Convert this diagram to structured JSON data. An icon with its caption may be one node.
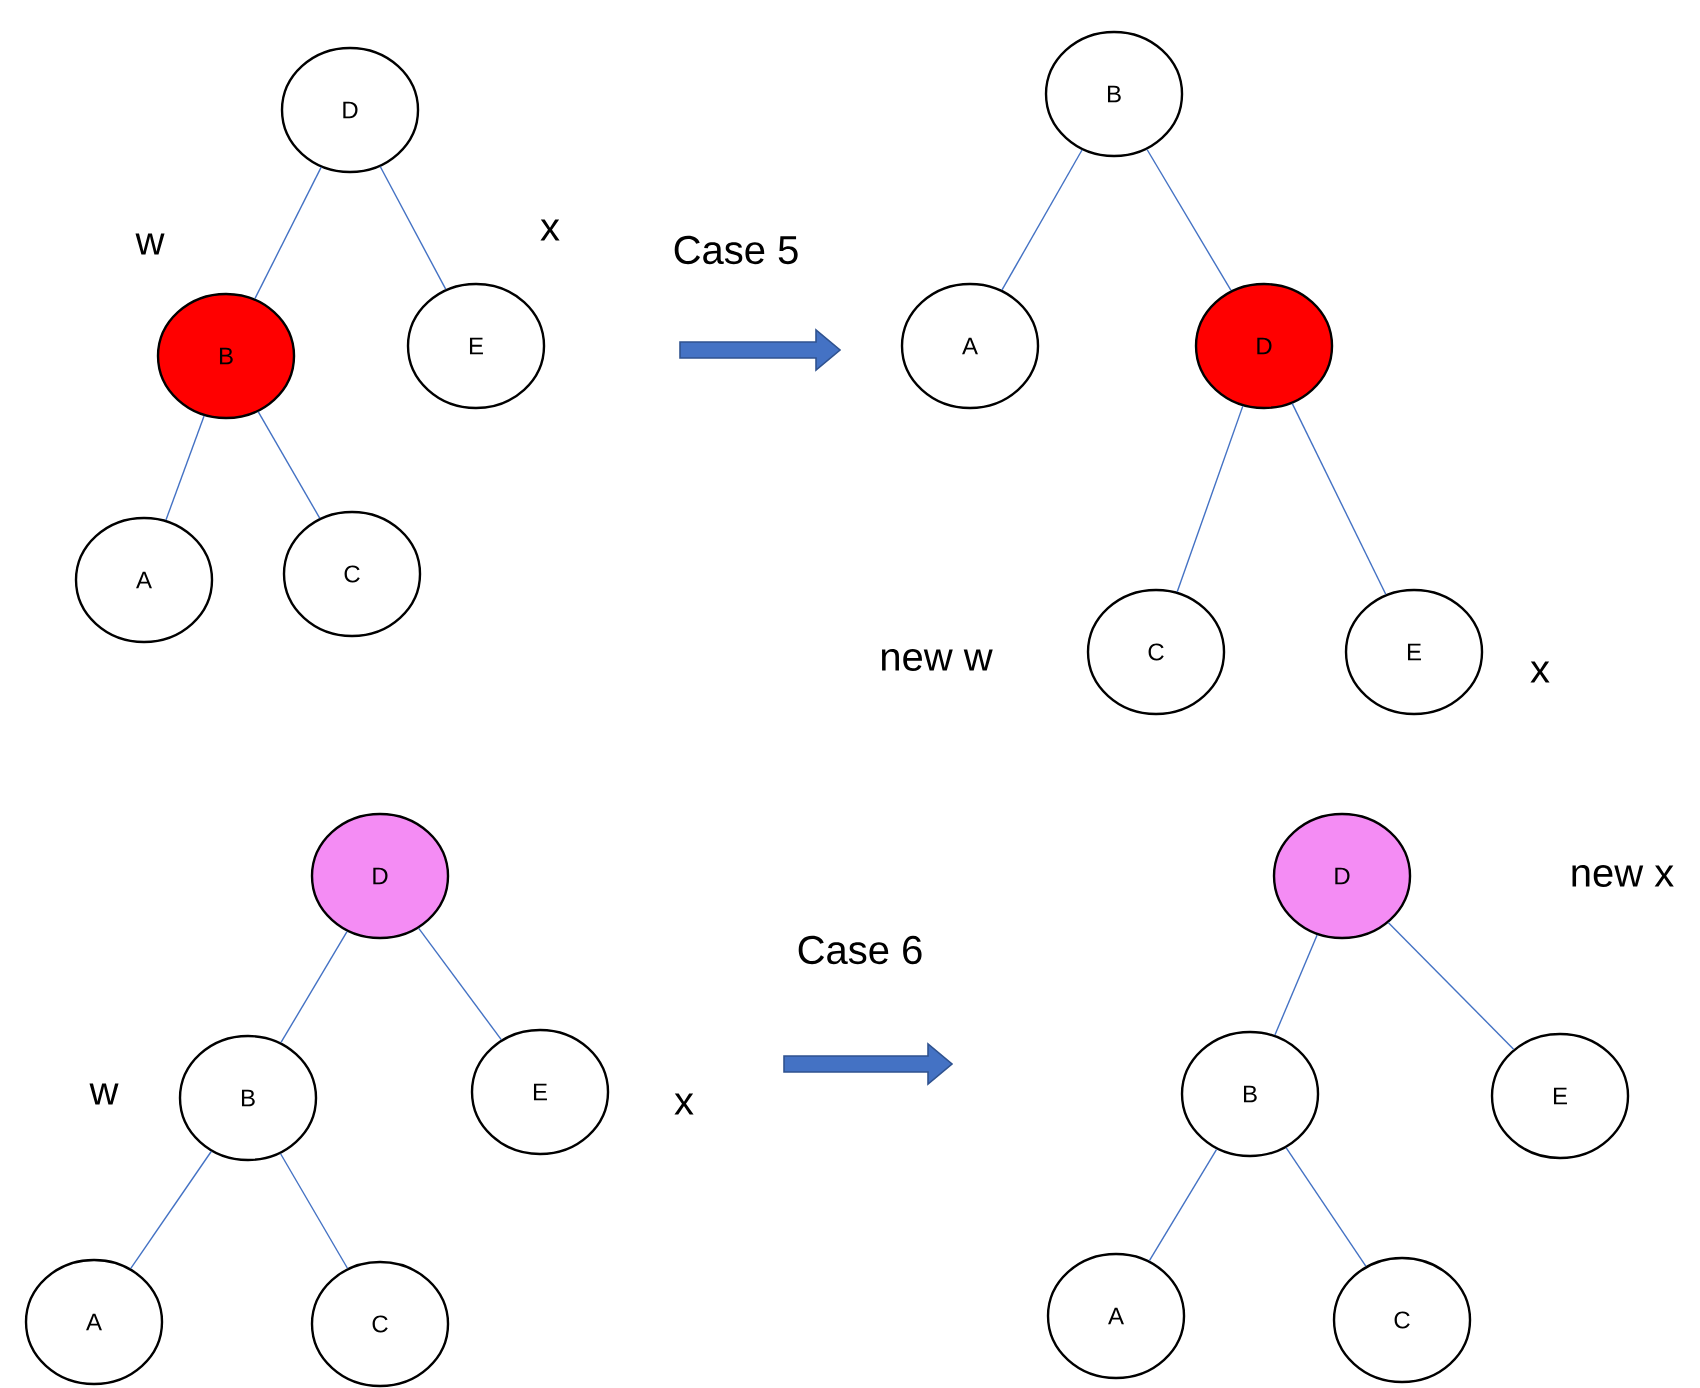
{
  "diagram": {
    "nodes": [
      {
        "text": [
          "D"
        ]
      },
      {
        "text": [
          "B"
        ]
      },
      {
        "text": [
          "E"
        ]
      },
      {
        "text": [
          "A"
        ]
      },
      {
        "text": [
          "C"
        ]
      },
      {
        "text": [
          "B"
        ]
      },
      {
        "text": [
          "A"
        ]
      },
      {
        "text": [
          "D"
        ]
      },
      {
        "text": [
          "C"
        ]
      },
      {
        "text": [
          "E"
        ]
      },
      {
        "text": [
          "D"
        ]
      },
      {
        "text": [
          "B"
        ]
      },
      {
        "text": [
          "E"
        ]
      },
      {
        "text": [
          "A"
        ]
      },
      {
        "text": [
          "C"
        ]
      },
      {
        "text": [
          "D"
        ]
      },
      {
        "text": [
          "B"
        ]
      },
      {
        "text": [
          "E"
        ]
      },
      {
        "text": [
          "A"
        ]
      },
      {
        "text": [
          "C"
        ]
      }
    ],
    "edges": [
      {
        "from": 0,
        "to": 1,
        "arrow": "none"
      },
      {
        "from": 0,
        "to": 2,
        "arrow": "none"
      },
      {
        "from": 1,
        "to": 3,
        "arrow": "none"
      },
      {
        "from": 1,
        "to": 4,
        "arrow": "none"
      },
      {
        "from": 5,
        "to": 6,
        "arrow": "none"
      },
      {
        "from": 5,
        "to": 7,
        "arrow": "none"
      },
      {
        "from": 7,
        "to": 8,
        "arrow": "none"
      },
      {
        "from": 7,
        "to": 9,
        "arrow": "none"
      },
      {
        "from": 10,
        "to": 11,
        "arrow": "none"
      },
      {
        "from": 10,
        "to": 12,
        "arrow": "none"
      },
      {
        "from": 11,
        "to": 13,
        "arrow": "none"
      },
      {
        "from": 11,
        "to": 14,
        "arrow": "none"
      },
      {
        "from": 15,
        "to": 16,
        "arrow": "none"
      },
      {
        "from": 15,
        "to": 17,
        "arrow": "none"
      },
      {
        "from": 16,
        "to": 18,
        "arrow": "none"
      },
      {
        "from": 16,
        "to": 19,
        "arrow": "none"
      }
    ],
    "labels": [
      "w",
      "x",
      "Case 5",
      "new w",
      "x",
      "new x",
      "Case 6",
      "w",
      "x"
    ]
  }
}
